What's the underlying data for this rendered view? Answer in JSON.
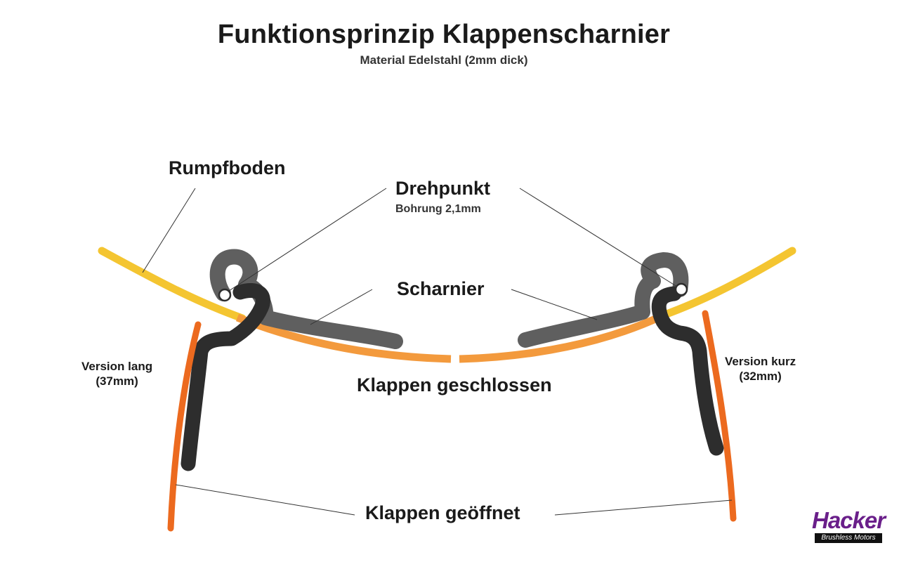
{
  "title": "Funktionsprinzip Klappenscharnier",
  "subtitle": "Material Edelstahl (2mm dick)",
  "labels": {
    "rumpfboden": "Rumpfboden",
    "drehpunkt": "Drehpunkt",
    "bohrung": "Bohrung 2,1mm",
    "scharnier": "Scharnier",
    "klappen_geschlossen": "Klappen geschlossen",
    "klappen_geoeffnet": "Klappen geöffnet",
    "version_lang_1": "Version lang",
    "version_lang_2": "(37mm)",
    "version_kurz_1": "Version kurz",
    "version_kurz_2": "(32mm)"
  },
  "logo": {
    "brand": "Hacker",
    "tagline": "Brushless Motors"
  },
  "colors": {
    "fuselage": "#F4C531",
    "flap": "#F39A3D",
    "flap_open": "#EC6A1F",
    "hinge": "#5F5F5F",
    "hinge_dark": "#2D2D2D",
    "leader": "#333333",
    "logo": "#6A1F8A"
  }
}
